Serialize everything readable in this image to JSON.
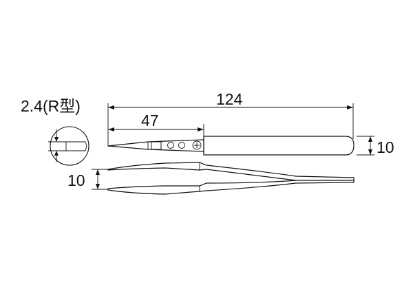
{
  "dimensions": {
    "total_length": "124",
    "tip_length": "47",
    "handle_height": "10",
    "spread_width": "10",
    "tip_width": "2.4(R型)"
  }
}
